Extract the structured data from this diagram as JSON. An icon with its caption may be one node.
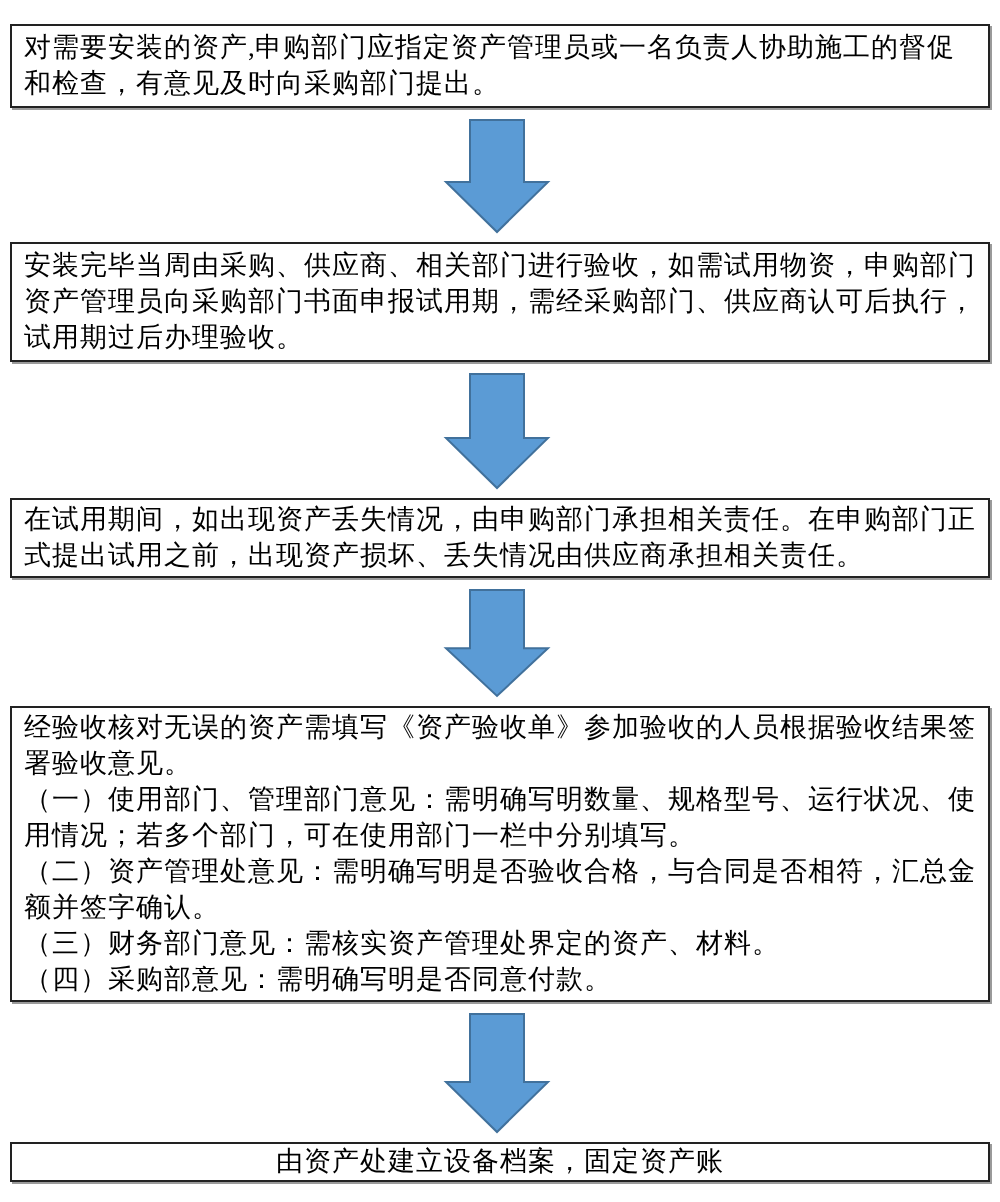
{
  "diagram": {
    "nodes": [
      {
        "text": [
          "对需要安装的资产,申购部门应指定资产管理员或一名负责人协助施工的督促和检查，有意见及时向采购部门提出。"
        ]
      },
      {
        "text": [
          "安装完毕当周由采购、供应商、相关部门进行验收，如需试用物资，申购部门资产管理员向采购部门书面申报试用期，需经采购部门、供应商认可后执行，试用期过后办理验收。"
        ]
      },
      {
        "text": [
          "在试用期间，如出现资产丢失情况，由申购部门承担相关责任。在申购部门正式提出试用之前，出现资产损坏、丢失情况由供应商承担相关责任。"
        ]
      },
      {
        "text": [
          "经验收核对无误的资产需填写《资产验收单》参加验收的人员根据验收结果签署验收意见。",
          "（一）使用部门、管理部门意见：需明确写明数量、规格型号、运行状况、使用情况；若多个部门，可在使用部门一栏中分别填写。",
          "（二）资产管理处意见：需明确写明是否验收合格，与合同是否相符，汇总金额并签字确认。",
          "（三）财务部门意见：需核实资产管理处界定的资产、材料。",
          "（四）采购部意见：需明确写明是否同意付款。"
        ]
      },
      {
        "text": [
          "由资产处建立设备档案，固定资产账"
        ]
      }
    ],
    "edges": [
      {
        "from": 0,
        "to": 1,
        "arrow": "to"
      },
      {
        "from": 1,
        "to": 2,
        "arrow": "to"
      },
      {
        "from": 2,
        "to": 3,
        "arrow": "to"
      },
      {
        "from": 3,
        "to": 4,
        "arrow": "to"
      }
    ]
  }
}
